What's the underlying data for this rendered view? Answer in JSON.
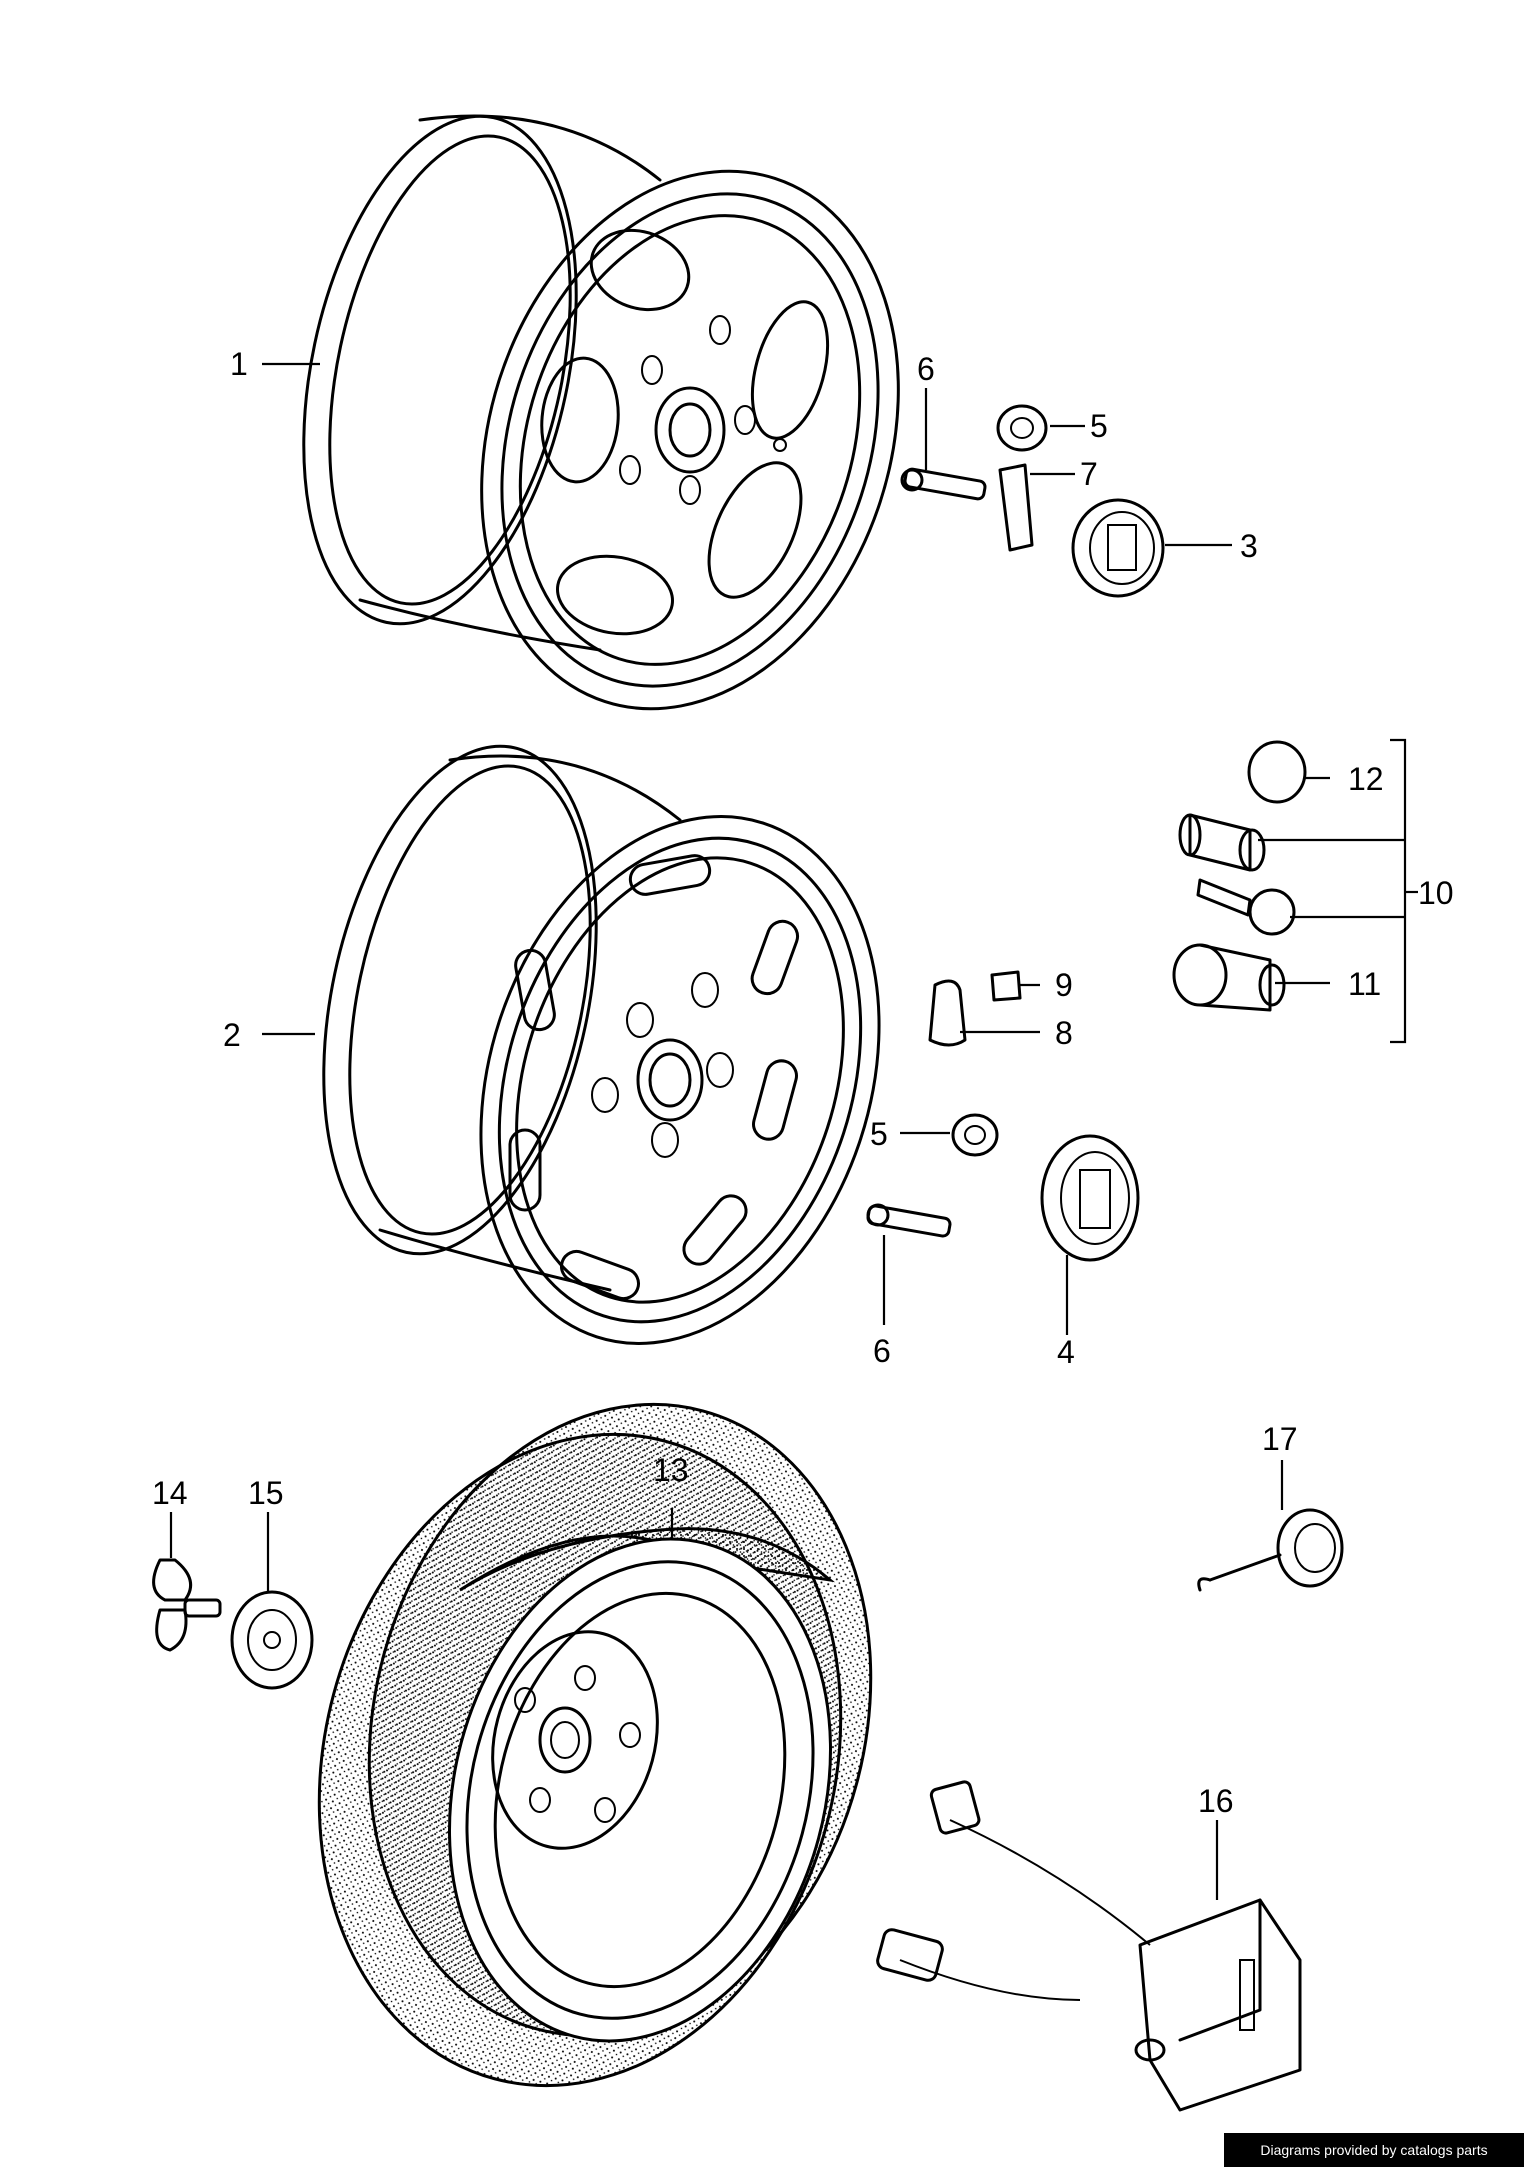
{
  "callouts": {
    "c1": "1",
    "c2": "2",
    "c3": "3",
    "c4": "4",
    "c5a": "5",
    "c5b": "5",
    "c6a": "6",
    "c6b": "6",
    "c7": "7",
    "c8": "8",
    "c9": "9",
    "c10": "10",
    "c11": "11",
    "c12": "12",
    "c13": "13",
    "c14": "14",
    "c15": "15",
    "c16": "16",
    "c17": "17"
  },
  "credit": {
    "text": "Diagrams provided by catalogs parts"
  }
}
